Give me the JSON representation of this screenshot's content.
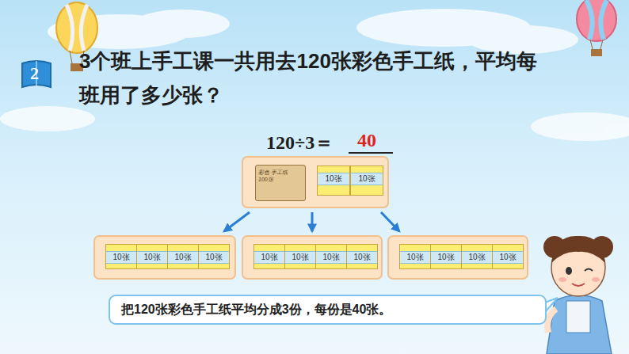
{
  "diagram": {
    "title": "3个班上手工课一共用去120张彩色手工纸，平均每班用了多少张？",
    "nodes": [
      {
        "text": []
      },
      {
        "text": [
          "彩色 手工纸",
          "100张"
        ],
        "in": 0
      },
      {
        "text": [
          "10张"
        ],
        "in": 0
      },
      {
        "text": [
          "10张"
        ],
        "in": 0
      },
      {
        "text": []
      },
      {
        "text": [
          "10张"
        ],
        "in": 4
      },
      {
        "text": [
          "10张"
        ],
        "in": 4
      },
      {
        "text": [
          "10张"
        ],
        "in": 4
      },
      {
        "text": [
          "10张"
        ],
        "in": 4
      },
      {
        "text": []
      },
      {
        "text": [
          "10张"
        ],
        "in": 9
      },
      {
        "text": [
          "10张"
        ],
        "in": 9
      },
      {
        "text": [
          "10张"
        ],
        "in": 9
      },
      {
        "text": [
          "10张"
        ],
        "in": 9
      },
      {
        "text": []
      },
      {
        "text": [
          "10张"
        ],
        "in": 14
      },
      {
        "text": [
          "10张"
        ],
        "in": 14
      },
      {
        "text": [
          "10张"
        ],
        "in": 14
      },
      {
        "text": [
          "10张"
        ],
        "in": 14
      },
      {
        "text": [
          "把120张彩色手工纸平均分成3份，每份是40张。"
        ]
      }
    ],
    "edges": [
      {
        "from": 0,
        "to": 4,
        "arrow": "to"
      },
      {
        "from": 0,
        "to": 9,
        "arrow": "to"
      },
      {
        "from": 0,
        "to": 14,
        "arrow": "to"
      }
    ],
    "labels": [
      "2",
      "120÷3＝",
      "40"
    ]
  }
}
